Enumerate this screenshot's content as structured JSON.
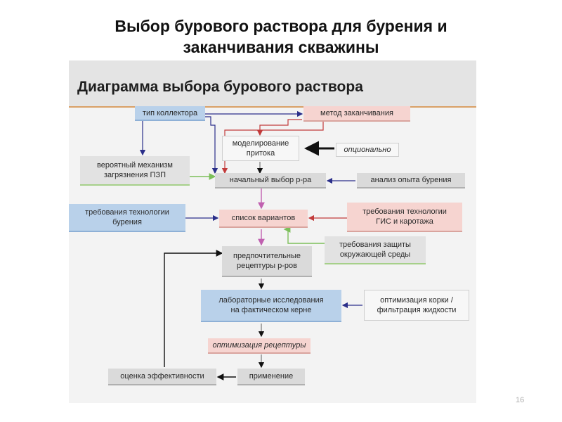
{
  "slide": {
    "title_line1": "Выбор бурового раствора для бурения и",
    "title_line2": "заканчивания скважины",
    "page_number": "16"
  },
  "diagram": {
    "title": "Диаграмма выбора бурового раствора",
    "nodes": {
      "reservoir_type": "тип коллектора",
      "completion_method": "метод заканчивания",
      "inflow_modeling": "моделирование\nпритока",
      "optional": "опционально",
      "damage_mechanism": "вероятный механизм\nзагрязнения ПЗП",
      "initial_selection": "начальный выбор р-ра",
      "drilling_experience": "анализ опыта бурения",
      "drilling_tech_req": "требования технологии\nбурения",
      "options_list": "список вариантов",
      "logging_tech_req": "требования технологии\nГИС и каротажа",
      "env_protection": "требования защиты\nокружающей среды",
      "preferred_formulations": "предпочтительные\nрецептуры р-ров",
      "lab_studies": "лабораторные исследования\nна фактическом керне",
      "cake_optimization": "оптимизация корки /\nфильтрация жидкости",
      "formulation_optimization": "оптимизация рецептуры",
      "application": "применение",
      "efficiency_evaluation": "оценка эффективности"
    }
  },
  "colors": {
    "blue_box": "#b9d1ea",
    "pink_box": "#f6d4d0",
    "grey_box": "#dadada",
    "blue_arrow": "#2b2f8a",
    "red_arrow": "#c23b3b",
    "green_arrow": "#7cbf5a",
    "magenta_arrow": "#c060b0",
    "black_arrow": "#111111"
  }
}
